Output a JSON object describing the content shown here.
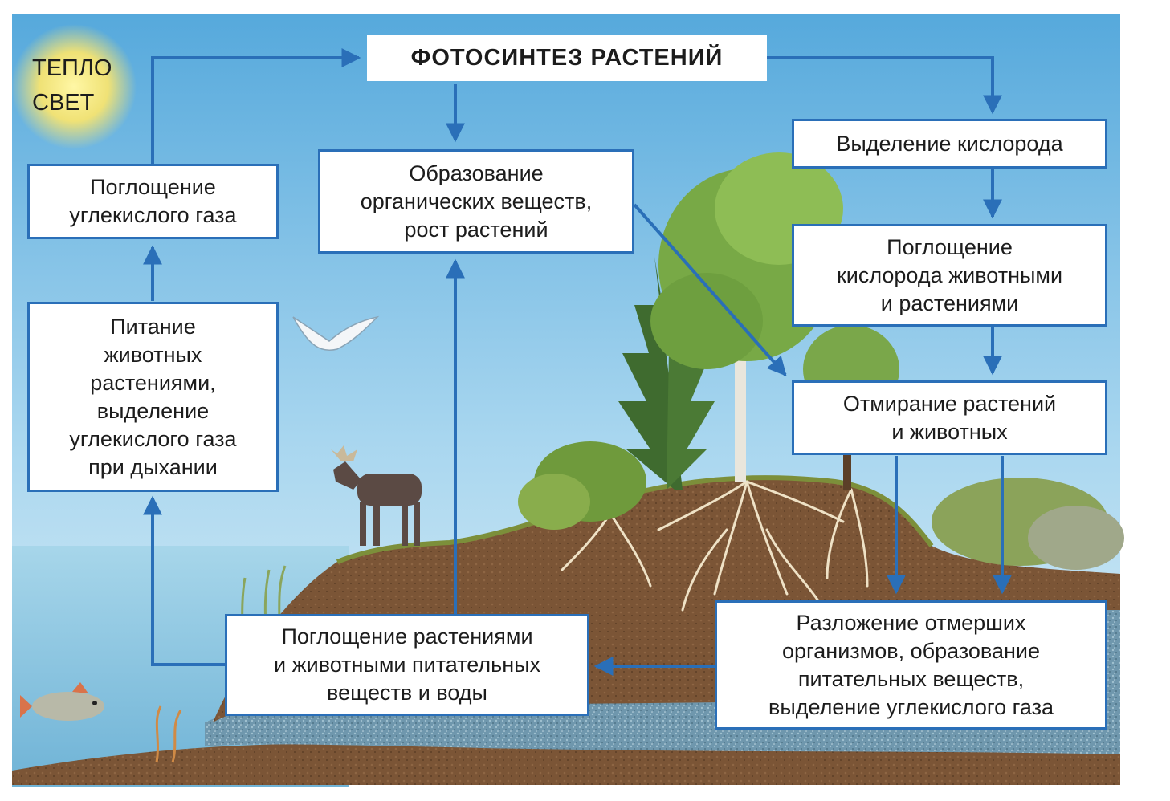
{
  "diagram": {
    "sun_label": "ТЕПЛО\nСВЕТ",
    "title": "ФОТОСИНТЕЗ РАСТЕНИЙ",
    "nodes": {
      "co2_absorption": "Поглощение\nуглекислого газа",
      "organic_formation": "Образование\nорганических веществ,\nрост растений",
      "oxygen_release": "Выделение кислорода",
      "oxygen_absorption": "Поглощение\nкислорода животными\nи растениями",
      "animal_nutrition": "Питание\nживотных\nрастениями,\nвыделение\nуглекислого газа\nпри дыхании",
      "death": "Отмирание растений\nи животных",
      "nutrient_absorption": "Поглощение растениями\nи животными питательных\nвеществ и воды",
      "decomposition": "Разложение отмерших\nорганизмов, образование\nпитательных веществ,\nвыделение углекислого газа"
    }
  },
  "colors": {
    "arrow": "#2a6fb8",
    "box_border": "#2a6fb8",
    "sky_top": "#5fb0df",
    "sky_bottom": "#d6edf6",
    "water": "#8fc7e0",
    "soil": "#7a5536",
    "foliage": "#6f9a3c"
  }
}
